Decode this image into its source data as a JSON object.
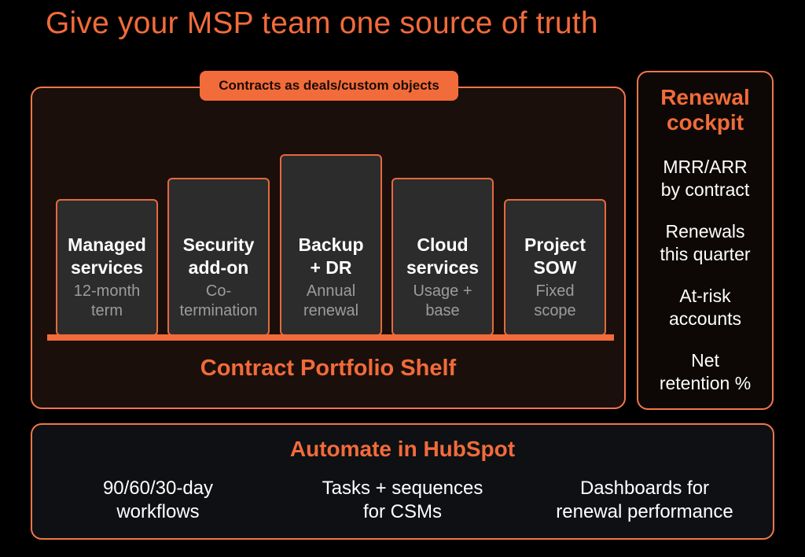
{
  "title": "Give your MSP team one source of truth",
  "tag": "Contracts as deals/custom objects",
  "shelf": {
    "label": "Contract Portfolio Shelf",
    "cards": [
      {
        "name": "Managed\nservices",
        "sub": "12-month\nterm"
      },
      {
        "name": "Security\nadd-on",
        "sub": "Co-\ntermination"
      },
      {
        "name": "Backup\n+ DR",
        "sub": "Annual\nrenewal"
      },
      {
        "name": "Cloud\nservices",
        "sub": "Usage +\nbase"
      },
      {
        "name": "Project\nSOW",
        "sub": "Fixed\nscope"
      }
    ]
  },
  "cockpit": {
    "title": "Renewal\ncockpit",
    "items": [
      "MRR/ARR\nby contract",
      "Renewals\nthis quarter",
      "At-risk\naccounts",
      "Net\nretention %"
    ]
  },
  "automate": {
    "title": "Automate in HubSpot",
    "items": [
      "90/60/30-day\nworkflows",
      "Tasks + sequences\nfor CSMs",
      "Dashboards for\nrenewal performance"
    ]
  },
  "colors": {
    "accent": "#f26b3a",
    "background": "#000000",
    "card": "#2c2c2c"
  }
}
